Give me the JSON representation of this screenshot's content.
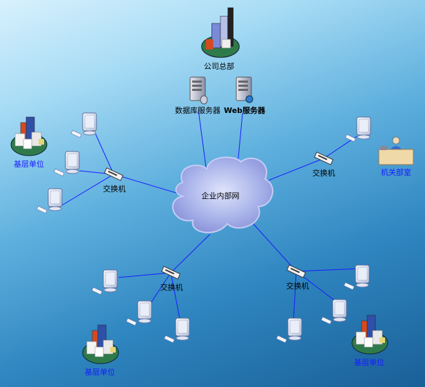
{
  "headquarters": {
    "label": "公司总部"
  },
  "servers": {
    "database": "数据库服务器",
    "web": "Web服务器"
  },
  "network": {
    "label": "企业内部网"
  },
  "switches": {
    "left": "交换机",
    "right": "交换机",
    "bottom_left": "交换机",
    "bottom_right": "交换机"
  },
  "branches": {
    "left": "基层单位",
    "bottom_left": "基层单位",
    "bottom_right": "基层单位"
  },
  "office": {
    "label": "机关部室"
  },
  "colors": {
    "link": "#1a1aff",
    "branch_label": "#1a1aff"
  }
}
